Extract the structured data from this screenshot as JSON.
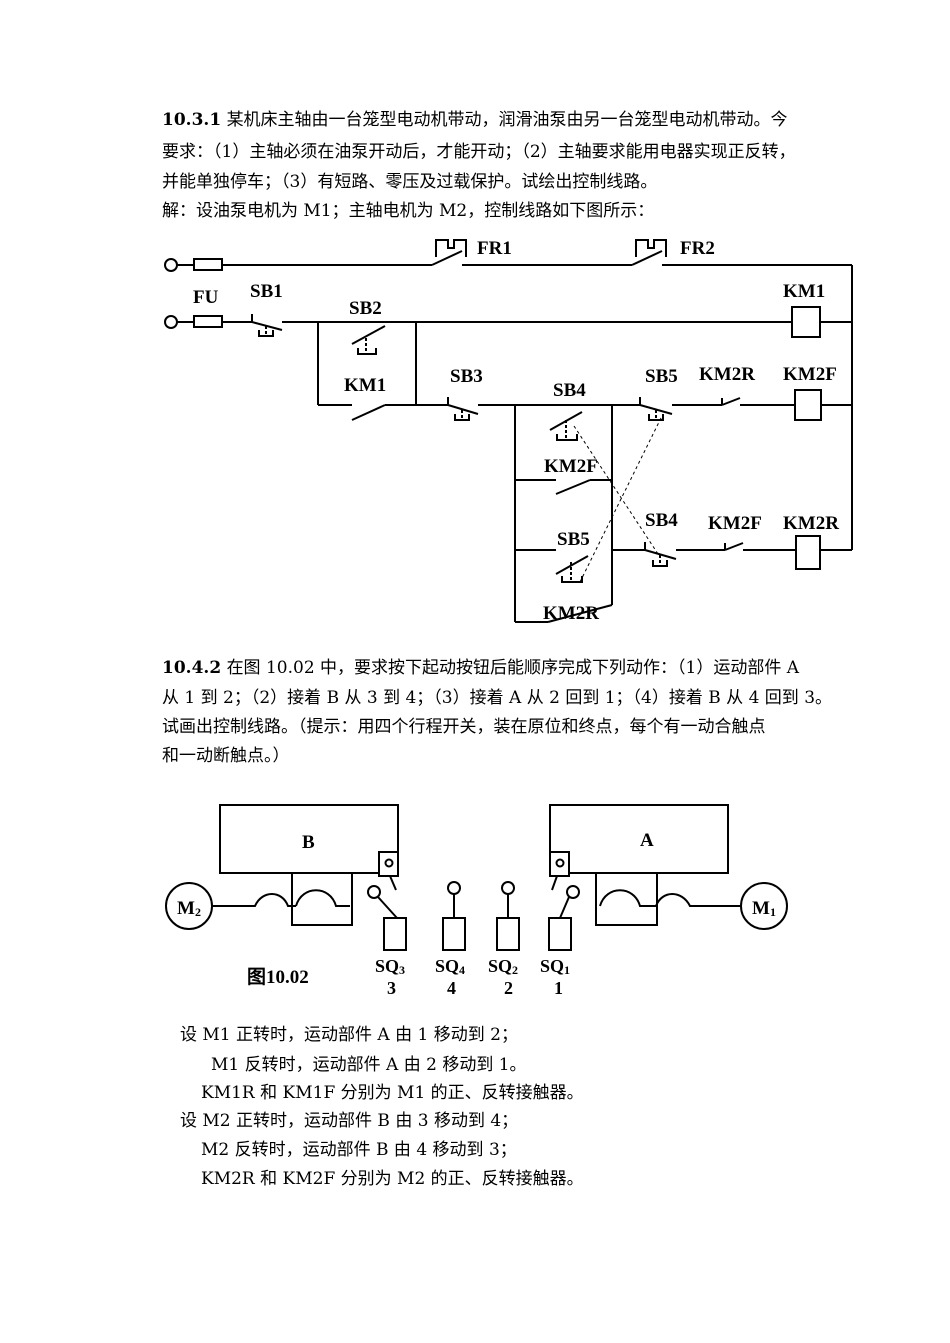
{
  "problem1": {
    "number": "10.3.1",
    "lines": [
      "某机床主轴由一台笼型电动机带动，润滑油泵由另一台笼型电动机带动。今",
      "要求：（1）主轴必须在油泵开动后，才能开动；（2）主轴要求能用电器实现正反转，",
      "并能单独停车；（3）有短路、零压及过载保护。试绘出控制线路。"
    ],
    "solution": "解：设油泵电机为 M1；主轴电机为 M2，控制线路如下图所示："
  },
  "circuit1": {
    "labels": {
      "fr1": "FR1",
      "fr2": "FR2",
      "fu": "FU",
      "sb1": "SB1",
      "sb2": "SB2",
      "km1_coil": "KM1",
      "km1_contact": "KM1",
      "sb3": "SB3",
      "sb4_top": "SB4",
      "sb5_top": "SB5",
      "km2r_nc": "KM2R",
      "km2f_coil": "KM2F",
      "km2f_contact": "KM2F",
      "sb4_bot": "SB4",
      "km2f_nc": "KM2F",
      "km2r_coil": "KM2R",
      "sb5_bot": "SB5",
      "km2r_contact": "KM2R"
    }
  },
  "problem2": {
    "number": "10.4.2",
    "lines": [
      "在图 10.02 中，要求按下起动按钮后能顺序完成下列动作：（1）运动部件 A",
      "从 1 到 2；（2）接着 B 从 3 到 4；（3）接着 A 从 2 回到 1；（4）接着 B 从 4 回到 3。",
      "试画出控制线路。（提示：用四个行程开关，装在原位和终点，每个有一动合触点",
      "和一动断触点。）"
    ]
  },
  "figure2": {
    "caption": "图10.02",
    "block_b": "B",
    "block_a": "A",
    "motor_left": "M",
    "motor_left_sub": "2",
    "motor_right": "M",
    "motor_right_sub": "1",
    "switches": [
      {
        "name": "SQ",
        "sub": "3",
        "pos": "3"
      },
      {
        "name": "SQ",
        "sub": "4",
        "pos": "4"
      },
      {
        "name": "SQ",
        "sub": "2",
        "pos": "2"
      },
      {
        "name": "SQ",
        "sub": "1",
        "pos": "1"
      }
    ]
  },
  "answer": {
    "lines": [
      "设 M1 正转时，运动部件 A 由 1 移动到 2；",
      "M1 反转时，运动部件 A 由 2 移动到 1。",
      "KM1R 和 KM1F 分别为 M1 的正、反转接触器。",
      "设 M2 正转时，运动部件 B 由 3 移动到 4；",
      "M2 反转时，运动部件 B  由 4 移动到 3；",
      "KM2R 和 KM2F 分别为 M2 的正、反转接触器。"
    ]
  }
}
